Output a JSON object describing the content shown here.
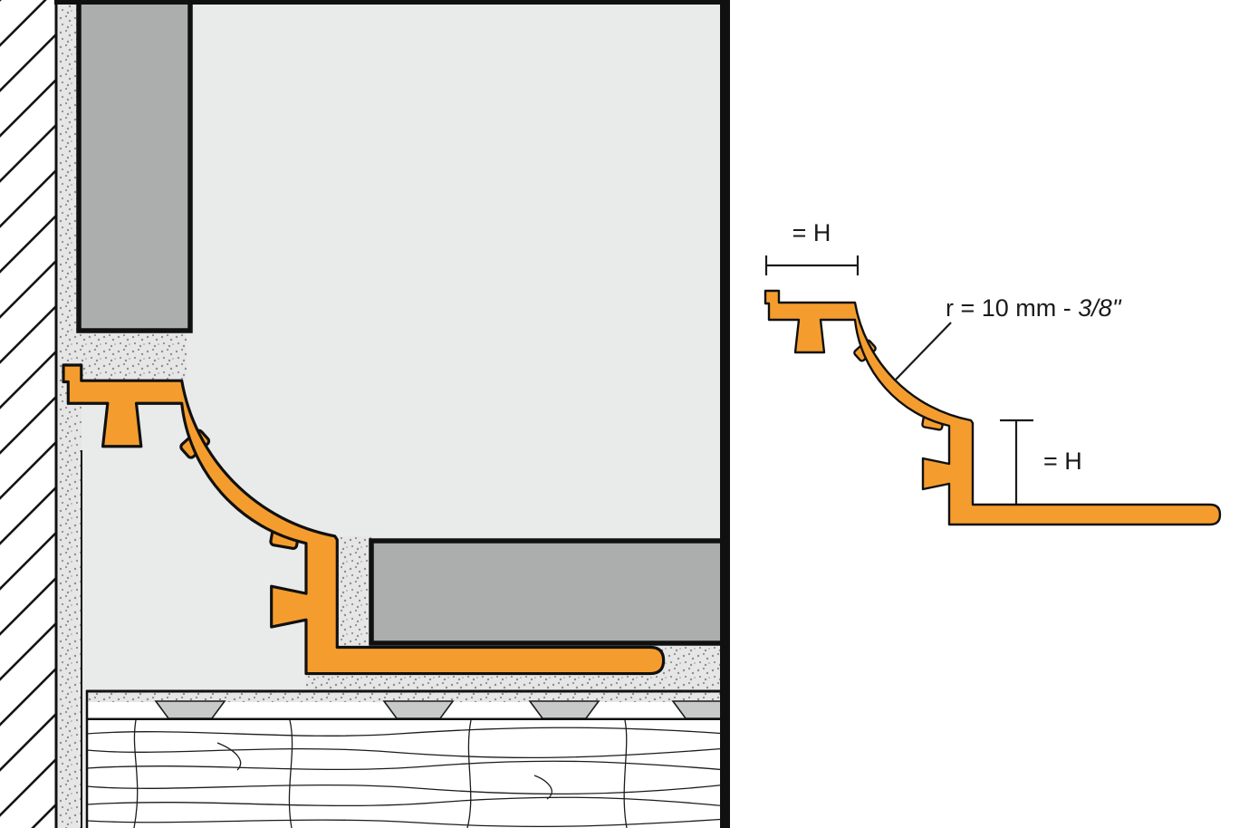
{
  "colors": {
    "profile_orange": "#F49D2E",
    "tile_gray": "#ACADAD",
    "field_gray": "#E9EAEA",
    "mortar_bg": "#E5E6E5",
    "mortar_dot": "#8E8E8E",
    "trowel_gray": "#C8C9C9",
    "line_black": "#101010",
    "text_black": "#1A1A1A",
    "panel_white": "#FFFFFF"
  },
  "annotations": {
    "top_width_label": "= H",
    "radius_label_prefix": "r = 10 mm - ",
    "radius_label_fraction": "3/8\"",
    "flange_height_label": "= H"
  }
}
